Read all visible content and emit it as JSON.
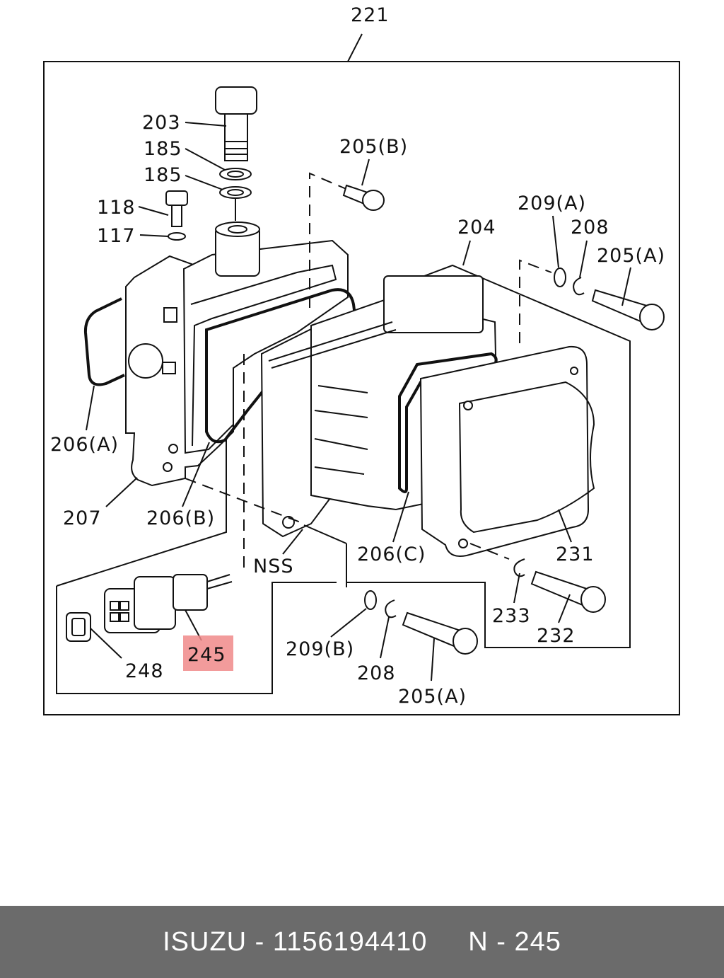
{
  "diagram": {
    "labels": {
      "l221": "221",
      "l203": "203",
      "l185a": "185",
      "l185b": "185",
      "l118": "118",
      "l117": "117",
      "l205b": "205(B)",
      "l209a": "209(A)",
      "l204": "204",
      "l208a": "208",
      "l205a_top": "205(A)",
      "l206a": "206(A)",
      "l207": "207",
      "l206b": "206(B)",
      "lnss": "NSS",
      "l206c": "206(C)",
      "l231": "231",
      "l233": "233",
      "l232": "232",
      "l245": "245",
      "l248": "248",
      "l209b": "209(B)",
      "l208b": "208",
      "l205a_bot": "205(A)"
    },
    "highlight_color": "#f08a8a"
  },
  "footer": {
    "brand": "ISUZU",
    "sep1": " - ",
    "part_number": "1156194410",
    "gap": "     ",
    "ref": "N - 245"
  }
}
